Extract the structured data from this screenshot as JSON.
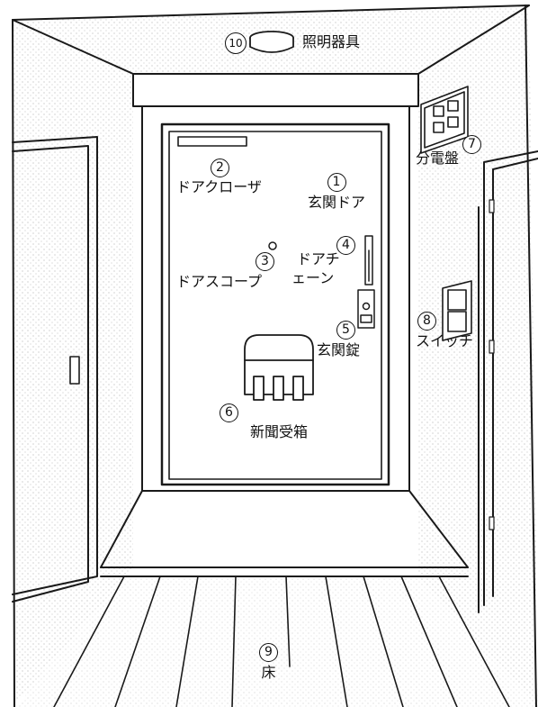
{
  "labels": [
    {
      "id": "entrance-door",
      "num": "1",
      "text": "玄関ドア"
    },
    {
      "id": "door-closer",
      "num": "2",
      "text": "ドアクローザ"
    },
    {
      "id": "door-scope",
      "num": "3",
      "text": "ドアスコープ"
    },
    {
      "id": "door-chain",
      "num": "4",
      "text": "ドアチ",
      "text2": "ェーン"
    },
    {
      "id": "entrance-lock",
      "num": "5",
      "text": "玄関錠"
    },
    {
      "id": "mail-box",
      "num": "6",
      "text": "新聞受箱"
    },
    {
      "id": "distribution-board",
      "num": "7",
      "text": "分電盤"
    },
    {
      "id": "switch",
      "num": "8",
      "text": "スイッチ"
    },
    {
      "id": "floor",
      "num": "9",
      "text": "床"
    },
    {
      "id": "lighting",
      "num": "10",
      "text": "照明器具"
    }
  ],
  "colors": {
    "line": "#1a1a1a",
    "background": "#ffffff"
  }
}
